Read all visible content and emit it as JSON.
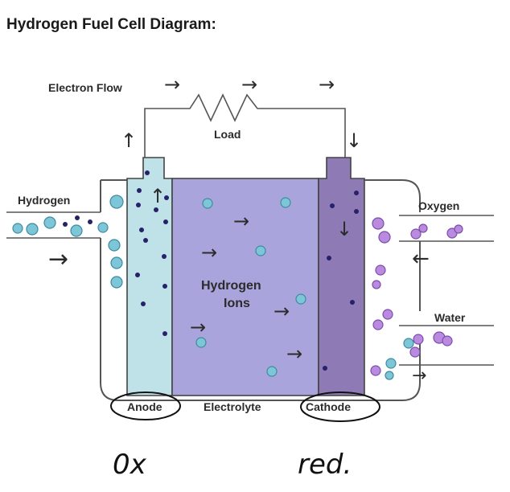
{
  "title": "Hydrogen Fuel Cell Diagram:",
  "labels": {
    "electron_flow": "Electron Flow",
    "load": "Load",
    "hydrogen": "Hydrogen",
    "hydrogen_ions_line1": "Hydrogen",
    "hydrogen_ions_line2": "Ions",
    "oxygen": "Oxygen",
    "water": "Water",
    "anode": "Anode",
    "electrolyte": "Electrolyte",
    "cathode": "Cathode"
  },
  "annotations": {
    "anode_note": "0x",
    "cathode_note": "red."
  },
  "colors": {
    "anode": "#bfe2e8",
    "electrolyte": "#a9a5dc",
    "cathode": "#8e7bb5",
    "outline": "#444444",
    "hydrogen_particle": "#7dc6d8",
    "electron_dot": "#27206b",
    "oxygen_particle": "#b98ae0"
  }
}
